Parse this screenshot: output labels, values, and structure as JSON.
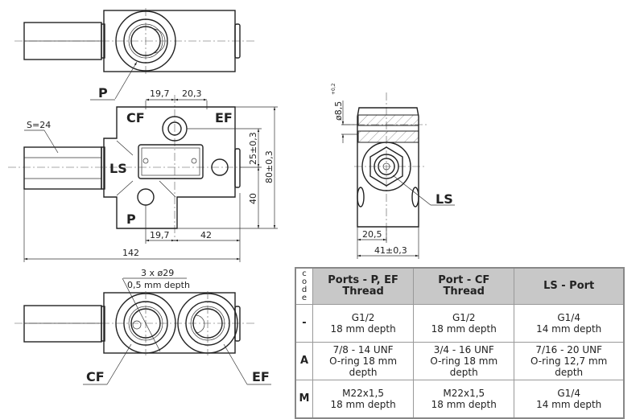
{
  "drawing": {
    "labels": {
      "top_view_port": "P",
      "front_cf": "CF",
      "front_ef": "EF",
      "front_ls": "LS",
      "front_p": "P",
      "side_ls": "LS",
      "bottom_cf": "CF",
      "bottom_ef": "EF"
    },
    "dimensions": {
      "top_19_7": "19,7",
      "top_20_3": "20,3",
      "hex_size": "S=24",
      "v_25": "25±0,3",
      "v_80": "80±0,3",
      "v_40": "40",
      "bottom_19_7": "19,7",
      "bottom_42": "42",
      "overall_142": "142",
      "bore_dia": "ø8,5",
      "bore_tol": "+0,2",
      "side_20_5": "20,5",
      "side_41": "41±0,3",
      "spotface_1": "3 x ø29",
      "spotface_2": "0,5 mm depth"
    }
  },
  "table": {
    "code_header": [
      "c",
      "o",
      "d",
      "e"
    ],
    "headers": [
      {
        "line1": "Ports - P, EF",
        "line2": "Thread"
      },
      {
        "line1": "Port - CF",
        "line2": "Thread"
      },
      {
        "line1": "LS - Port",
        "line2": ""
      }
    ],
    "rows": [
      {
        "code": "-",
        "cells": [
          {
            "line1": "G1/2",
            "line2": "18 mm depth"
          },
          {
            "line1": "G1/2",
            "line2": "18 mm depth"
          },
          {
            "line1": "G1/4",
            "line2": "14 mm depth"
          }
        ]
      },
      {
        "code": "A",
        "cells": [
          {
            "line1": "7/8 - 14 UNF",
            "line2": "O-ring 18 mm depth"
          },
          {
            "line1": "3/4 - 16 UNF",
            "line2": "O-ring 18 mm depth"
          },
          {
            "line1": "7/16 - 20 UNF",
            "line2": "O-ring 12,7 mm depth"
          }
        ]
      },
      {
        "code": "M",
        "cells": [
          {
            "line1": "M22x1,5",
            "line2": "18 mm depth"
          },
          {
            "line1": "M22x1,5",
            "line2": "18 mm depth"
          },
          {
            "line1": "G1/4",
            "line2": "14 mm depth"
          }
        ]
      }
    ]
  }
}
